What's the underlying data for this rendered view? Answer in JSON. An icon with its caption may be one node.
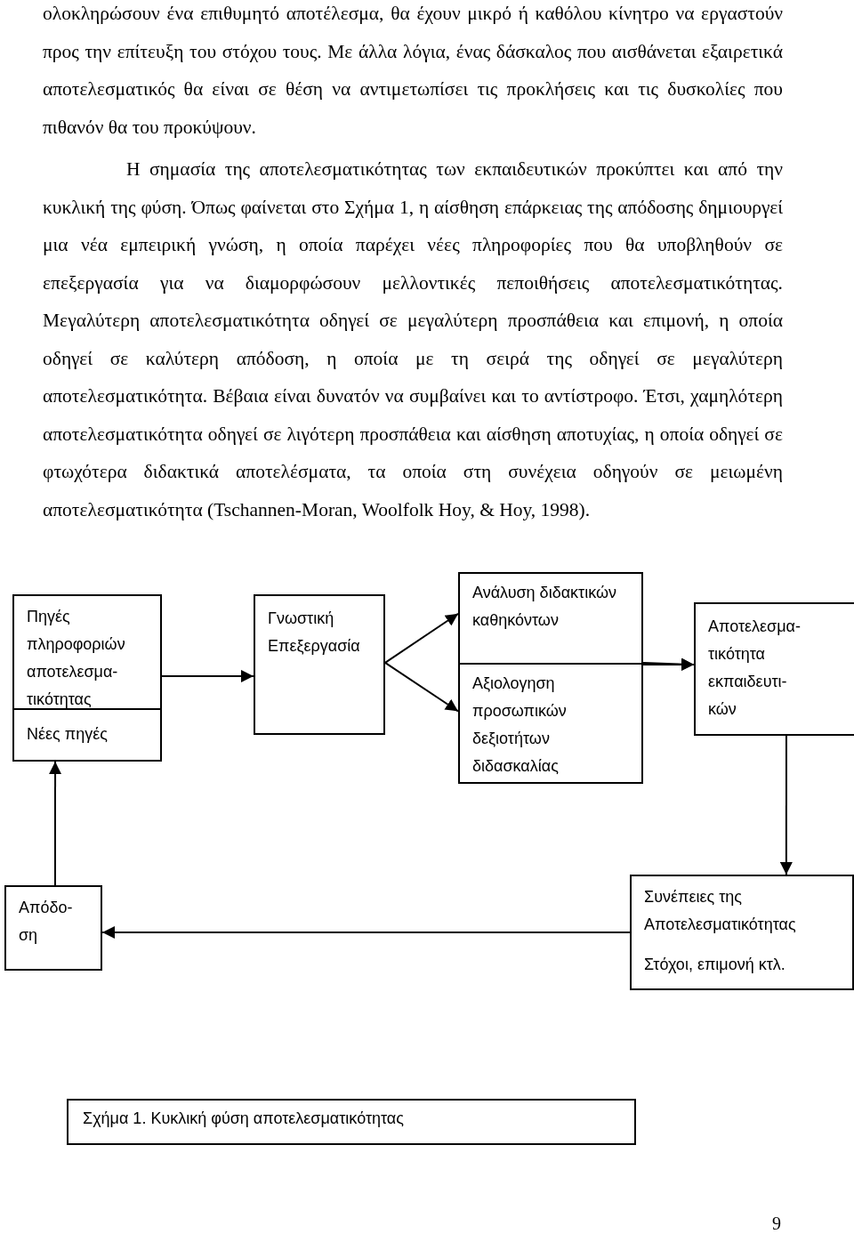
{
  "diagram": {
    "caption": "Σχήμα 1. Κυκλική φύση αποτελεσματικότητας",
    "nodes": [
      {
        "text": [
          "Πηγές πληροφοριών αποτελεσμα- τικότητας"
        ]
      },
      {
        "text": [
          "Νέες πηγές"
        ]
      },
      {
        "text": [
          "Γνωστική Επεξεργασία"
        ]
      },
      {
        "text": [
          "Ανάλυση διδακτικών καθηκόντων"
        ]
      },
      {
        "text": [
          "Αξιολογηση προσωπικών δεξιοτήτων διδασκαλίας"
        ]
      },
      {
        "text": [
          "Αποτελεσμα- τικότητα εκπαιδευτι- κών"
        ]
      },
      {
        "text": [
          "Απόδο- ση"
        ]
      },
      {
        "text": [
          "Συνέπειες της Αποτελεσματικότητας",
          "Στόχοι, επιμονή κτλ."
        ]
      }
    ],
    "edges": [
      {
        "from": 0,
        "to": 2,
        "arrow": "to"
      },
      {
        "from": 2,
        "to": 3,
        "arrow": "to"
      },
      {
        "from": 2,
        "to": 4,
        "arrow": "to"
      },
      {
        "from": 3,
        "to": 5,
        "arrow": "to"
      },
      {
        "from": 4,
        "to": 5,
        "arrow": "to"
      },
      {
        "from": 5,
        "to": 7,
        "arrow": "to"
      },
      {
        "from": 7,
        "to": 6,
        "arrow": "to"
      },
      {
        "from": 6,
        "to": 1,
        "arrow": "to"
      }
    ],
    "labels": [
      "ολοκληρώσουν ένα επιθυμητό αποτέλεσμα, θα έχουν μικρό ή καθόλου κίνητρο να εργαστούν προς την επίτευξη του στόχου τους. Με άλλα λόγια, ένας δάσκαλος που αισθάνεται εξαιρετικά αποτελεσματικός θα είναι σε θέση να αντιμετωπίσει τις προκλήσεις και τις δυσκολίες που πιθανόν θα του προκύψουν.",
      "Η σημασία της αποτελεσματικότητας των εκπαιδευτικών προκύπτει και από την κυκλική της φύση. Όπως φαίνεται στο Σχήμα 1, η αίσθηση επάρκειας της απόδοσης δημιουργεί μια νέα εμπειρική γνώση, η οποία παρέχει νέες πληροφορίες που θα υποβληθούν σε επεξεργασία για να διαμορφώσουν μελλοντικές πεποιθήσεις αποτελεσματικότητας. Μεγαλύτερη αποτελεσματικότητα οδηγεί σε μεγαλύτερη προσπάθεια και επιμονή, η οποία οδηγεί σε καλύτερη απόδοση, η οποία με τη σειρά της οδηγεί σε μεγαλύτερη αποτελεσματικότητα. Βέβαια είναι δυνατόν να συμβαίνει και το αντίστροφο. Έτσι, χαμηλότερη αποτελεσματικότητα οδηγεί σε λιγότερη προσπάθεια και αίσθηση αποτυχίας, η οποία οδηγεί σε φτωχότερα διδακτικά αποτελέσματα, τα οποία στη συνέχεια οδηγούν σε μειωμένη αποτελεσματικότητα (Tschannen-Moran, Woolfolk Hoy, & Hoy, 1998).",
      "9"
    ]
  }
}
